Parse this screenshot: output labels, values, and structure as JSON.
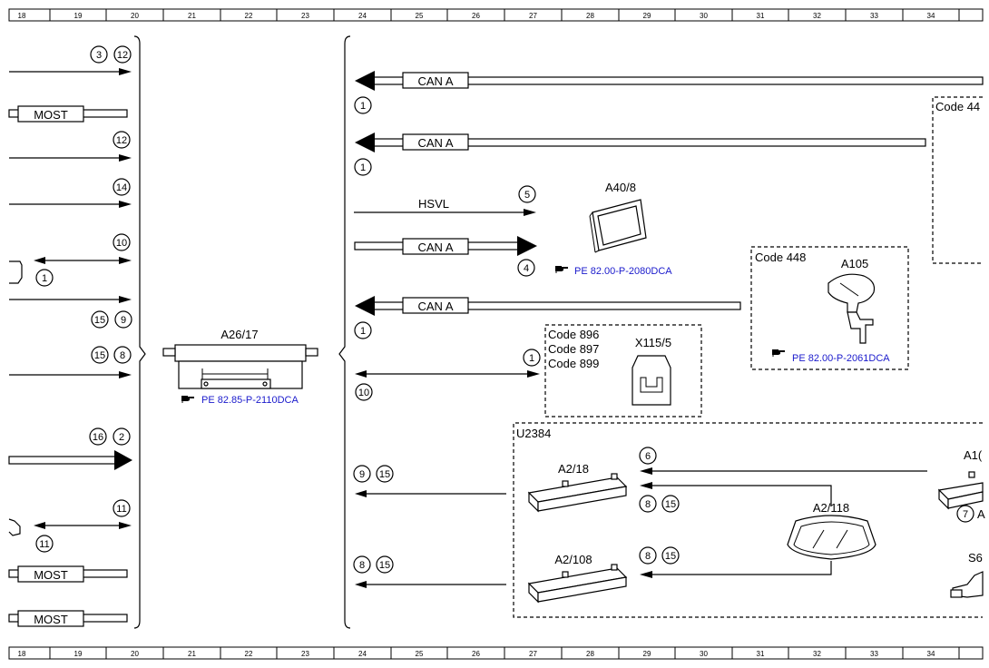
{
  "ruler": {
    "top": [
      "18",
      "19",
      "20",
      "21",
      "22",
      "23",
      "24",
      "25",
      "26",
      "27",
      "28",
      "29",
      "30",
      "31",
      "32",
      "33",
      "34"
    ],
    "bottom": [
      "18",
      "19",
      "20",
      "21",
      "22",
      "23",
      "24",
      "25",
      "26",
      "27",
      "28",
      "29",
      "30",
      "31",
      "32",
      "33",
      "34"
    ]
  },
  "left": {
    "circles": {
      "c3": "3",
      "c12a": "12",
      "c12b": "12",
      "c14": "14",
      "c10": "10",
      "c1": "1",
      "c15a": "15",
      "c9": "9",
      "c15b": "15",
      "c8": "8",
      "c16": "16",
      "c2": "2",
      "c11a": "11",
      "c11b": "11"
    },
    "most1": "MOST",
    "most2": "MOST",
    "most3": "MOST"
  },
  "center": {
    "component": "A26/17",
    "ref": "PE 82.85-P-2110DCA"
  },
  "right": {
    "can1": "CAN A",
    "can1_circle": "1",
    "code44_label": "Code 44",
    "can2": "CAN A",
    "can2_circle": "1",
    "hsvl": "HSVL",
    "hsvl_circle": "5",
    "a40_label": "A40/8",
    "a40_ref": "PE 82.00-P-2080DCA",
    "can3": "CAN A",
    "can3_circle": "4",
    "code448_label": "Code 448",
    "a105_label": "A105",
    "a105_ref": "PE 82.00-P-2061DCA",
    "can4": "CAN A",
    "can4_circle": "1",
    "code896": "Code 896",
    "code897": "Code 897",
    "code899": "Code 899",
    "x115_label": "X115/5",
    "x115_circle_top": "1",
    "x115_circle_left": "10",
    "u2384_label": "U2384",
    "a218_label": "A2/18",
    "a2108_label": "A2/108",
    "a2118_label": "A2/118",
    "a10_label": "A1(",
    "s6_label": "S6",
    "c6": "6",
    "c8a": "8",
    "c15a": "15",
    "c9": "9",
    "c15b": "15",
    "c7": "7",
    "c7_suffix": "A",
    "c8b": "8",
    "c15c": "15",
    "c8c": "8",
    "c15d": "15"
  }
}
